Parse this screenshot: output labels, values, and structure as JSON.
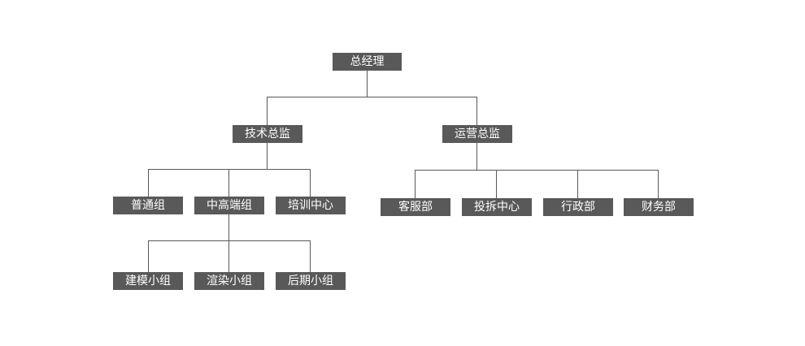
{
  "chart": {
    "root": {
      "label": "总经理"
    },
    "tech": {
      "label": "技术总监",
      "groups": [
        {
          "label": "普通组"
        },
        {
          "label": "中高端组"
        },
        {
          "label": "培训中心"
        }
      ],
      "subgroups": [
        {
          "label": "建模小组"
        },
        {
          "label": "渲染小组"
        },
        {
          "label": "后期小组"
        }
      ]
    },
    "ops": {
      "label": "运营总监",
      "departments": [
        {
          "label": "客服部"
        },
        {
          "label": "投拆中心"
        },
        {
          "label": "行政部"
        },
        {
          "label": "财务部"
        }
      ]
    }
  }
}
